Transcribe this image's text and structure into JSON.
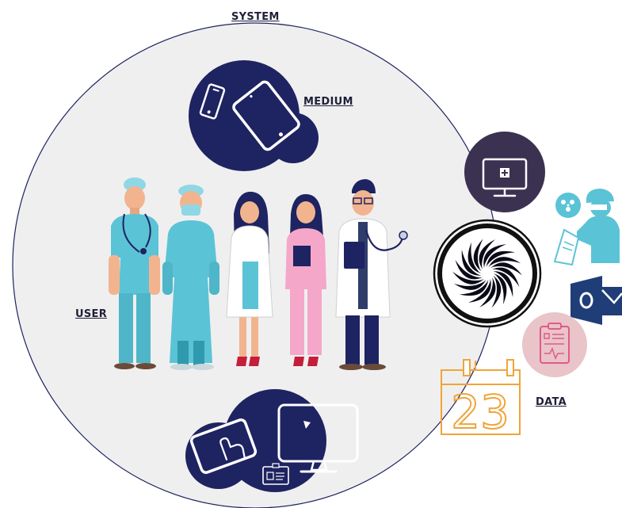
{
  "labels": {
    "system": "SYSTEM",
    "medium": "MEDIUM",
    "user": "USER",
    "data": "DATA"
  },
  "calendar": {
    "day": "23"
  },
  "colors": {
    "navy": "#1e2361",
    "circle_bg": "#efefef",
    "dark_purple": "#3b3151",
    "teal": "#5bc3d6",
    "outlook_blue": "#1f3e78",
    "pink_circle": "#e9c4c8",
    "orange": "#f0a43a"
  },
  "icons": [
    "phone-icon",
    "tablet-icon",
    "computer-medical-icon",
    "surgeon-icon",
    "swirl-logo",
    "outlook-icon",
    "medical-record-icon",
    "calendar-icon",
    "touch-tablet-icon",
    "monitor-icon",
    "id-card-icon"
  ]
}
